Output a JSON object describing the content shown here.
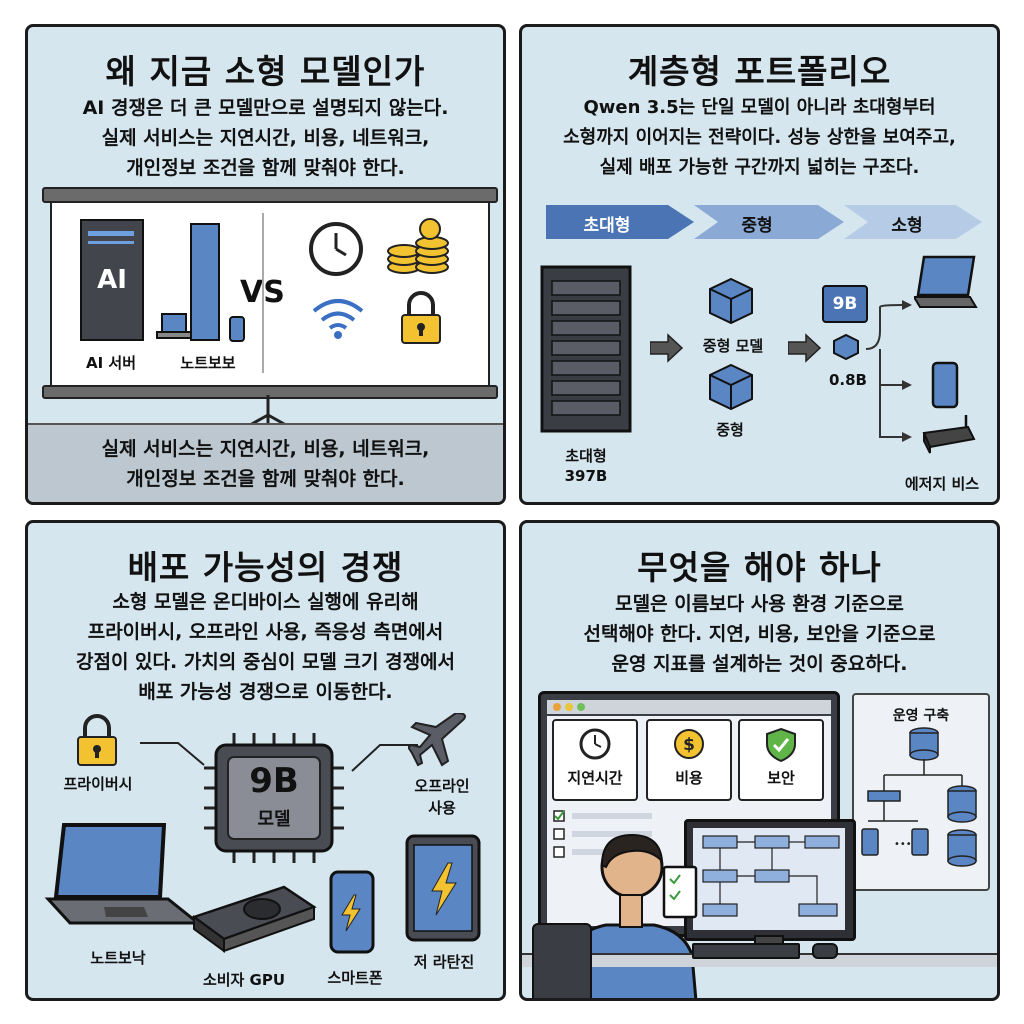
{
  "panel1": {
    "title": "왜 지금 소형 모델인가",
    "text": "AI 경쟁은 더 큰 모델만으로 설명되지 않는다.\n실제 서비스는 지연시간, 비용, 네트워크,\n개인정보 조건을 함께 맞춰야 한다.",
    "server_screen": "AI",
    "server_label": "AI 서버",
    "laptop_label": "노트보보",
    "vs": "VS",
    "caption": "실제 서비스는 지연시간, 비용, 네트워크,\n개인정보 조건을 함께 맞춰야 한다."
  },
  "panel2": {
    "title": "계층형 포트폴리오",
    "text": "Qwen 3.5는 단일 모델이 아니라 초대형부터\n소형까지 이어지는 전략이다. 성능 상한을 보여주고,\n실제 배포 가능한 구간까지 넓히는 구조다.",
    "arrow_labels": [
      "초대형",
      "중형",
      "소형"
    ],
    "mid_model_label": "중형 모델",
    "mid_label": "중형",
    "large_label_1": "초대형",
    "large_label_2": "397B",
    "small_badge": "9B",
    "tiny_label": "0.8B",
    "edge_label": "에저지 비스"
  },
  "panel3": {
    "title": "배포 가능성의 경쟁",
    "text": "소형 모델은 온디바이스 실행에 유리해\n프라이버시, 오프라인 사용, 즉응성 측면에서\n강점이 있다. 가치의 중심이 모델 크기 경쟁에서\n배포 가능성 경쟁으로 이동한다.",
    "chip_big": "9B",
    "chip_small": "모델",
    "privacy_label": "프라이버시",
    "offline_label_1": "오프라인",
    "offline_label_2": "사용",
    "laptop_label": "노트보낙",
    "gpu_label": "소비자 GPU",
    "phone_label": "스마트폰",
    "tablet_label": "저 라탄진"
  },
  "panel4": {
    "title": "무엇을 해야 하나",
    "text": "모델은 이름보다 사용 환경 기준으로\n선택해야 한다. 지연, 비용, 보안을 기준으로\n운영 지표를 설계하는 것이 중요하다.",
    "card_labels": [
      "지연시간",
      "비용",
      "보안"
    ],
    "ops_label": "운영 구축"
  },
  "colors": {
    "panel_bg": "#d6e6ef",
    "accent_blue": "#5b86c4",
    "dark_gray": "#3b3d44",
    "gold": "#f2c230"
  }
}
